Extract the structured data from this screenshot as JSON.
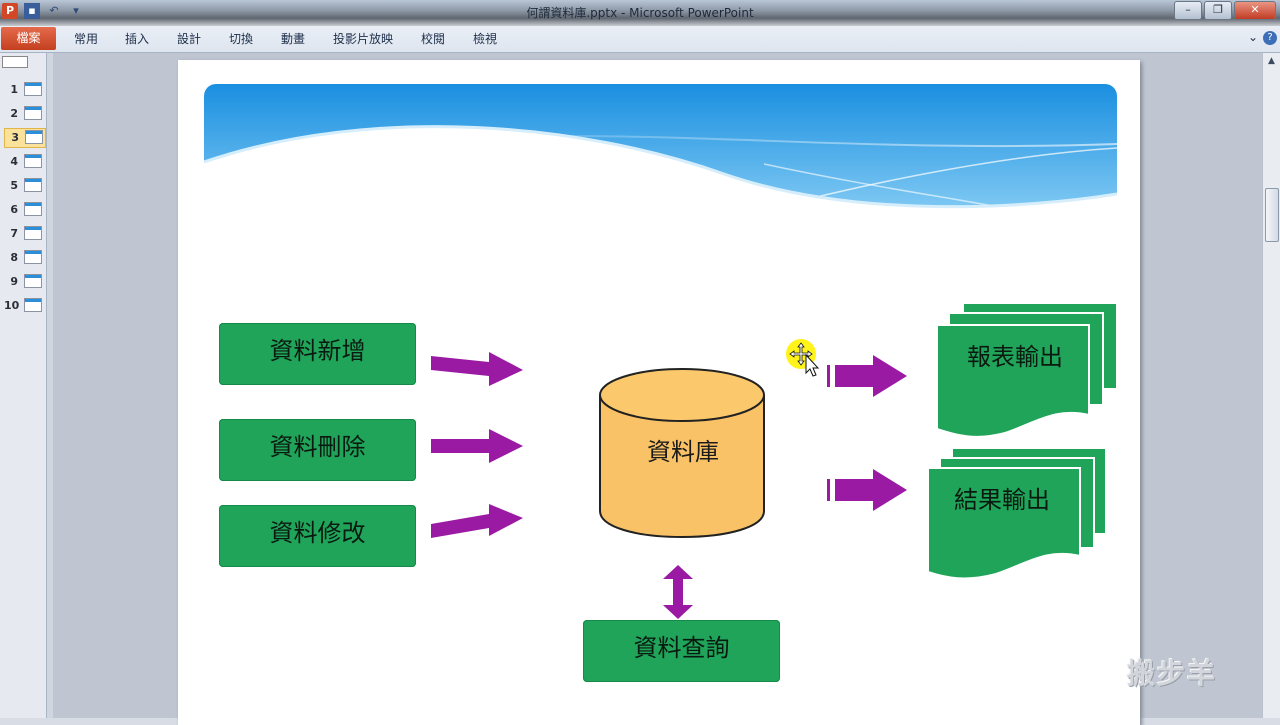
{
  "window": {
    "title": "何謂資料庫.pptx - Microsoft PowerPoint",
    "controls": {
      "minimize": "–",
      "restore": "❐",
      "close": "✕"
    }
  },
  "quick_access": {
    "app_icon": "P",
    "save_icon": "save-icon",
    "undo_icon": "undo-icon"
  },
  "ribbon": {
    "file_tab": "檔案",
    "tabs": [
      "常用",
      "插入",
      "設計",
      "切換",
      "動畫",
      "投影片放映",
      "校閱",
      "檢視"
    ],
    "collapse_glyph": "⌄",
    "help_glyph": "?"
  },
  "thumbnails": {
    "header": "",
    "slides": [
      "1",
      "2",
      "3",
      "4",
      "5",
      "6",
      "7",
      "8",
      "9",
      "10"
    ],
    "active_index": 3
  },
  "slide": {
    "inputs": [
      "資料新增",
      "資料刪除",
      "資料修改"
    ],
    "database": "資料庫",
    "query": "資料查詢",
    "outputs": [
      "報表輸出",
      "結果輸出"
    ]
  },
  "colors": {
    "box_green": "#1fa45a",
    "arrow_purple": "#9b1aa3",
    "cylinder_fill": "#f9c266",
    "banner_blue": "#1a8fe0"
  },
  "watermark": "搬步羊"
}
